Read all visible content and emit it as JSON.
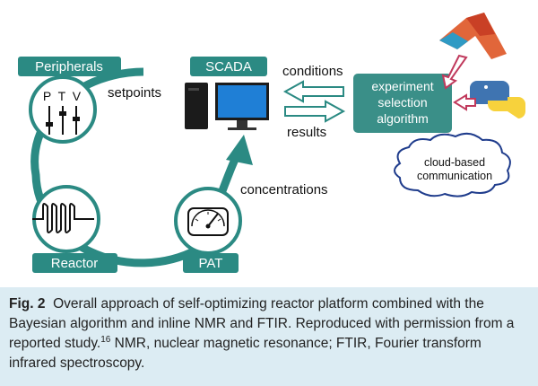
{
  "diagram": {
    "nodes": {
      "peripherals": "Peripherals",
      "scada": "SCADA",
      "reactor": "Reactor",
      "pat": "PAT",
      "algorithm": [
        "experiment",
        "selection",
        "algorithm"
      ],
      "cloud": [
        "cloud-based",
        "communication"
      ],
      "ptv": "P T V"
    },
    "edges": {
      "setpoints": "setpoints",
      "conditions": "conditions",
      "results": "results",
      "concentrations": "concentrations"
    },
    "colors": {
      "teal": "#2b8a83",
      "algorithm_fill": "#3a8f88",
      "arrow_pink": "#c0395c",
      "caption_bg": "#dcecf3"
    },
    "icons": [
      "matlab-logo",
      "python-logo",
      "computer-icon",
      "valve-icon",
      "reactor-coil-icon",
      "gauge-icon"
    ]
  },
  "caption": {
    "label": "Fig. 2",
    "text_before_ref": "Overall approach of self-optimizing reactor platform combined with the Bayesian algorithm and inline NMR and FTIR. Reproduced with permission from a reported study.",
    "ref": "16",
    "text_after_ref": " NMR, nuclear magnetic resonance; FTIR, Fourier transform infrared spectroscopy."
  }
}
